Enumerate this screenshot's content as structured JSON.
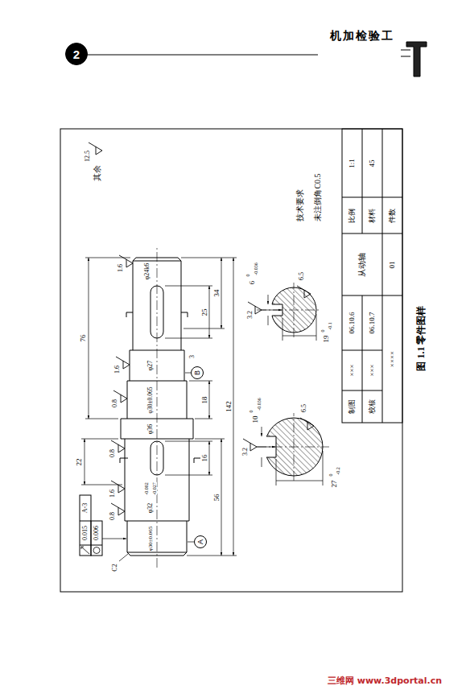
{
  "diagram": {
    "caption": "图 1.1  零件图样",
    "nodes": [
      {
        "text": [
          "2"
        ]
      },
      {
        "text": [
          "A"
        ]
      },
      {
        "text": [
          "B"
        ]
      }
    ],
    "labels": [
      "机加检验工",
      "其余",
      "12.5",
      "技术要求",
      "未注倒角C0.5",
      "制图",
      "×××",
      "06.10.6",
      "校核",
      "×××",
      "06.10.7",
      "××××",
      "从动轴",
      "01",
      "比例",
      "1:1",
      "材料",
      "45",
      "件数",
      "φ24k6",
      "1.6",
      "76",
      "25",
      "34",
      "1.6",
      "φ27",
      "3",
      "0.8",
      "φ30±0.065",
      "18",
      "142",
      "φ36",
      "22",
      "0.8",
      "1.6",
      "16",
      "56",
      "φ32",
      "-0.002",
      "-0.027",
      "0.8",
      "0.015",
      "A-3",
      "0.006",
      "C2",
      "φ30±0.065",
      "3.2",
      "6",
      "0",
      "-0.036",
      "6.5",
      "19",
      "0",
      "-0.1",
      "3.2",
      "10",
      "0",
      "-0.036",
      "6.5",
      "27",
      "0",
      "-0.2",
      "三维网 www.3dportal.cn"
    ]
  }
}
